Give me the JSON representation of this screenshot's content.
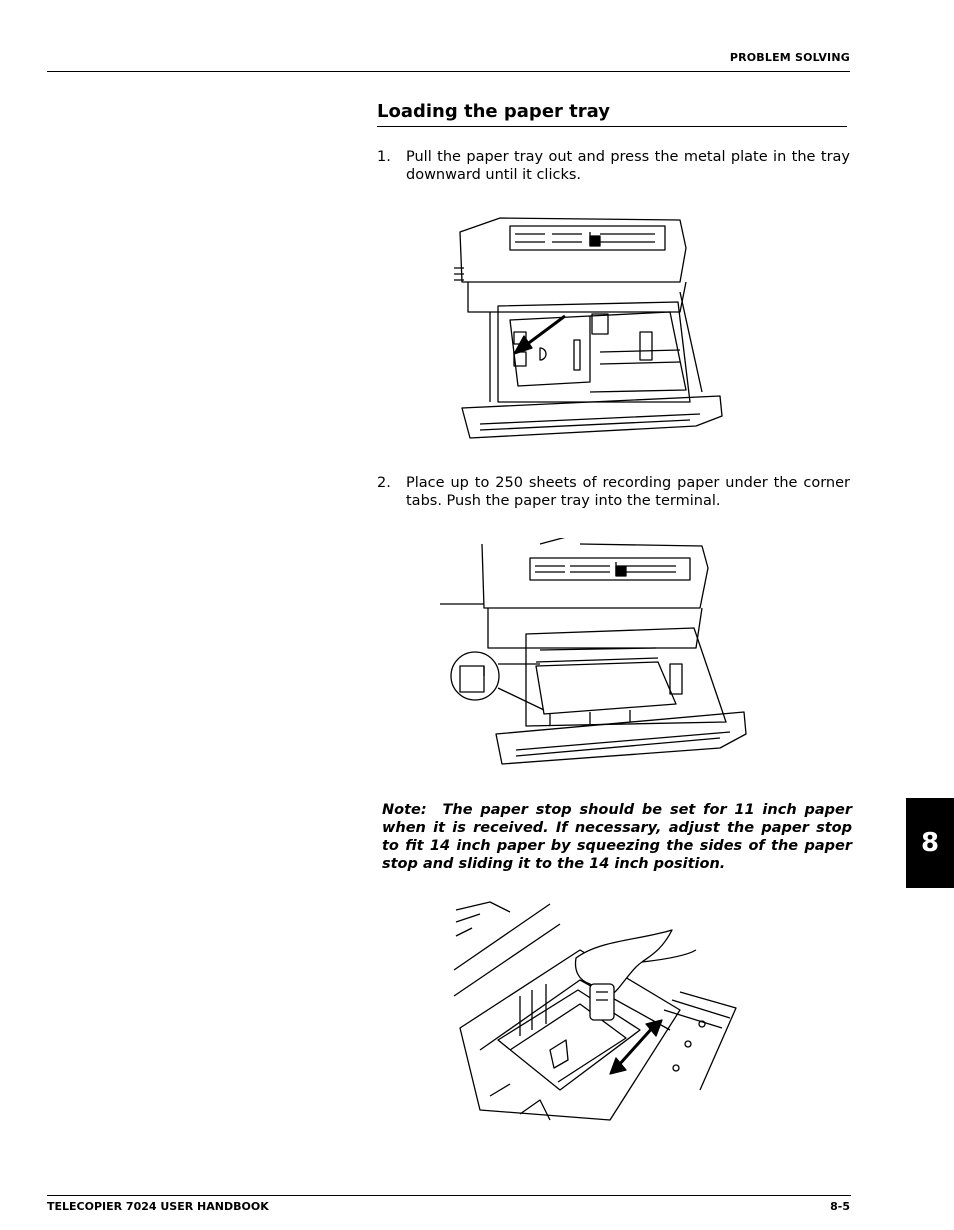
{
  "header": {
    "section": "PROBLEM SOLVING"
  },
  "section_title": "Loading the paper tray",
  "steps": [
    {
      "number": "1.",
      "text": "Pull the paper tray out and press the metal plate in the tray downward until it clicks."
    },
    {
      "number": "2.",
      "text": "Place up to 250 sheets of recording paper under the corner tabs. Push the paper tray into the terminal."
    }
  ],
  "note": {
    "label": "Note:",
    "text": "The paper stop should be set for 11 inch paper when it is received. If necessary, adjust the paper stop to fit 14 inch paper by squeezing the sides of the paper stop and sliding it to the 14 inch position."
  },
  "chapter_tab": "8",
  "footer": {
    "title": "TELECOPIER 7024 USER HANDBOOK",
    "page": "8-5"
  }
}
